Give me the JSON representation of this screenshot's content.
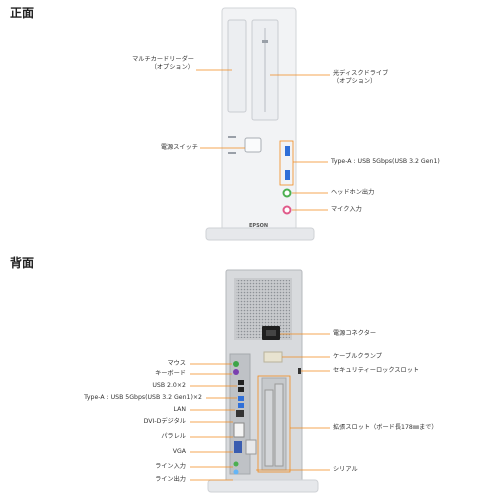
{
  "front": {
    "title": "正面",
    "brand": "EPSON",
    "labels": {
      "card_reader_1": "マルチカードリーダー",
      "card_reader_2": "（オプション）",
      "optical_1": "光ディスクドライブ",
      "optical_2": "（オプション）",
      "power_switch": "電源スイッチ",
      "usb": "Type-A : USB 5Gbps(USB 3.2 Gen1)",
      "headphone": "ヘッドホン出力",
      "mic": "マイク入力"
    }
  },
  "back": {
    "title": "背面",
    "labels": {
      "mouse": "マウス",
      "keyboard": "キーボード",
      "usb2": "USB 2.0×2",
      "usb3": "Type-A : USB 5Gbps(USB 3.2 Gen1)×2",
      "lan": "LAN",
      "dvid": "DVI-Dデジタル",
      "parallel": "パラレル",
      "vga": "VGA",
      "line_in": "ライン入力",
      "line_out": "ライン出力",
      "power_connector": "電源コネクター",
      "cable_clamp": "ケーブルクランプ",
      "security_slot": "セキュリティーロックスロット",
      "expansion_slot": "拡張スロット（ボード長178㎜まで）",
      "serial": "シリアル"
    }
  },
  "colors": {
    "leader": "#f08a1c",
    "usb_blue": "#2f6fd8",
    "audio_green": "#4caf50",
    "audio_pink": "#e05a8a"
  }
}
